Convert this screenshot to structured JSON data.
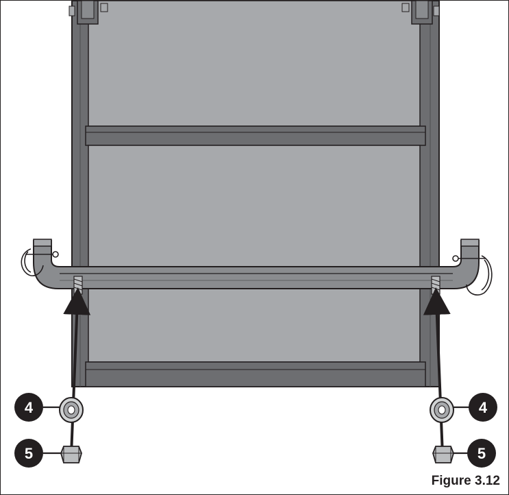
{
  "callouts": {
    "washer_left": "4",
    "washer_right": "4",
    "nut_left": "5",
    "nut_right": "5"
  },
  "caption": "Figure 3.12",
  "colors": {
    "outline": "#231f20",
    "frame_dark": "#6d6e71",
    "panel_fill": "#a7a9ac",
    "bar_fill": "#8a8c8f",
    "callout_fill": "#231f20",
    "callout_text": "#ffffff"
  }
}
